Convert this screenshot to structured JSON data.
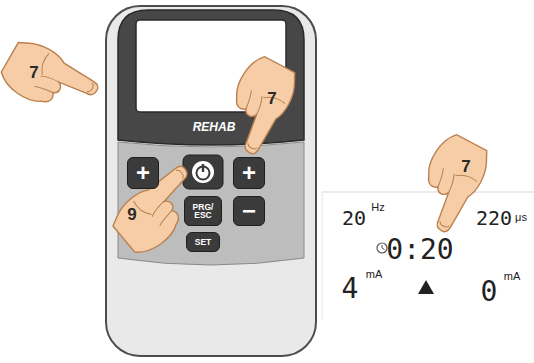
{
  "diagram": {
    "nodes": [
      {
        "text": [
          "+"
        ]
      },
      {
        "text": [
          "+"
        ]
      },
      {
        "text": [
          "PRG/ ESC"
        ]
      },
      {
        "text": [
          "−"
        ]
      },
      {
        "text": [
          "SET"
        ]
      }
    ],
    "labels": [
      "REHAB",
      "7",
      "7",
      "9",
      "7",
      "20",
      "Hz",
      "220",
      "μs",
      "0:20",
      "4",
      "mA",
      "0",
      "mA"
    ]
  }
}
